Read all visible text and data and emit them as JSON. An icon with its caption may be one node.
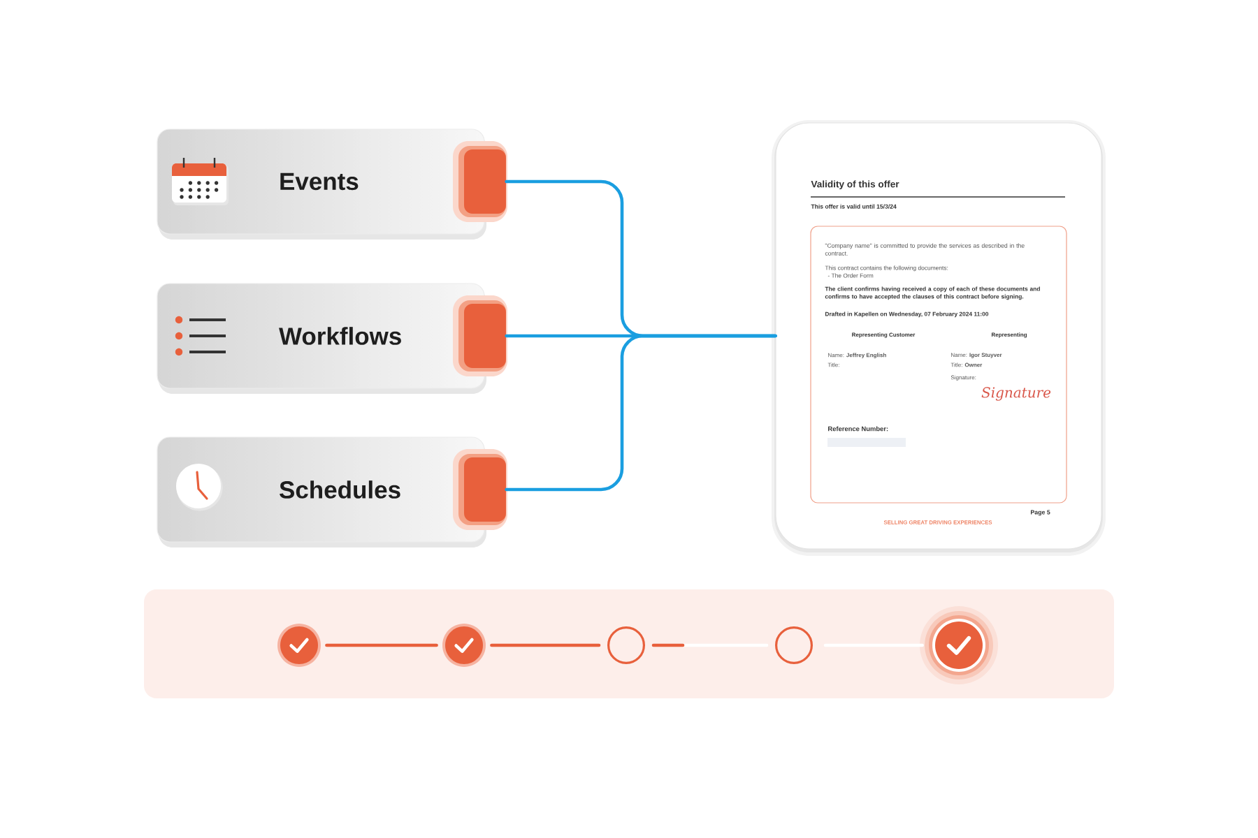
{
  "diagram": {
    "nodes": [
      {
        "text": [
          "Events"
        ]
      },
      {
        "text": [
          "Workflows"
        ]
      },
      {
        "text": [
          "Schedules"
        ]
      },
      {
        "text": [
          "Validity of this offer",
          "This offer is valid until 15/3/24",
          "Page 5",
          "SELLING GREAT DRIVING EXPERIENCES"
        ]
      },
      {
        "text": [
          "\"Company name\" is committed to provide the services as described in the contract.",
          "This contract contains the following documents:",
          "- The Order Form",
          "The client confirms having received a copy of each of these documents and confirms to have accepted the clauses of this contract before signing.",
          "Drafted in Kapellen on Wednesday, 07 February 2024 11:00",
          "Representing Customer",
          "Representing",
          "Name: **Jeffrey English**",
          "Title:",
          "Name: **Igor Stuyver**",
          "Title: **Owner**",
          "Signature:",
          "Signature",
          "Reference Number:"
        ],
        "in": 3
      },
      {
        "text": [],
        "shape": "box"
      },
      {
        "text": [],
        "shape": "circle",
        "in": 5
      },
      {
        "text": [],
        "shape": "circle",
        "in": 5
      },
      {
        "text": [],
        "shape": "circle",
        "in": 5
      },
      {
        "text": [],
        "shape": "circle",
        "in": 5
      },
      {
        "text": [],
        "shape": "circle",
        "in": 5
      }
    ],
    "edges": [
      {
        "from": 0,
        "to": 3,
        "arrow": "none"
      },
      {
        "from": 1,
        "to": 3,
        "arrow": "none"
      },
      {
        "from": 2,
        "to": 3,
        "arrow": "none"
      },
      {
        "from": 6,
        "to": 7,
        "arrow": "none",
        "color": "#e8603c"
      },
      {
        "from": 7,
        "to": 8,
        "arrow": "none",
        "color": "#e8603c"
      },
      {
        "from": 8,
        "to": 9,
        "arrow": "none",
        "color": "#ffffff"
      },
      {
        "from": 9,
        "to": 10,
        "arrow": "none",
        "color": "#ffffff"
      }
    ]
  }
}
